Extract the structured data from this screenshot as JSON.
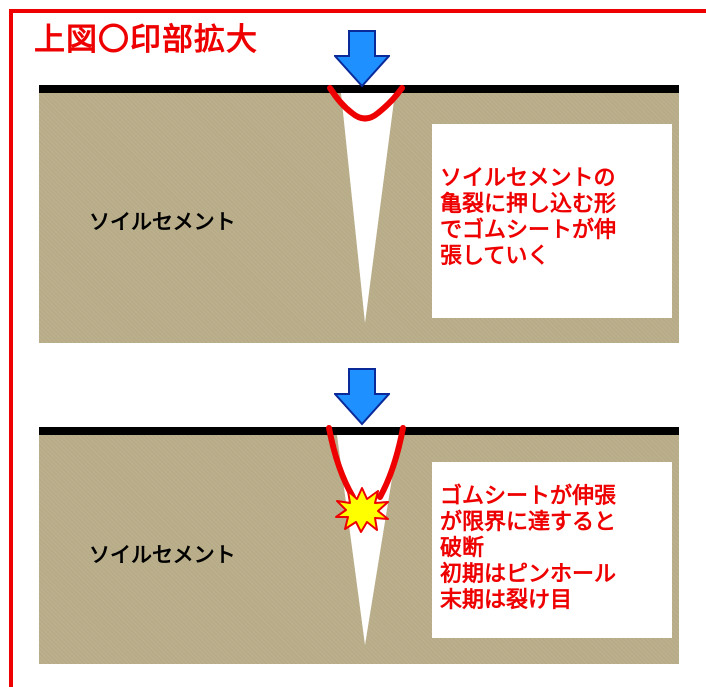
{
  "title": "上図〇印部拡大",
  "panel1": {
    "soil_label": "ソイルセメント",
    "note_lines": [
      "ソイルセメントの",
      "亀裂に押し込む形",
      "でゴムシートが伸",
      "張していく"
    ]
  },
  "panel2": {
    "soil_label": "ソイルセメント",
    "note_lines": [
      "ゴムシートが伸張",
      "が限界に達すると",
      "破断",
      "初期はピンホール",
      "末期は裂け目"
    ]
  },
  "colors": {
    "accent_red": "#ee0000",
    "soil": "#b8ac88",
    "arrow_blue": "#1e90ff",
    "burst_yellow": "#ffff00"
  },
  "icons": {
    "arrow": "down-arrow-icon",
    "rupture": "rupture-burst-icon"
  }
}
